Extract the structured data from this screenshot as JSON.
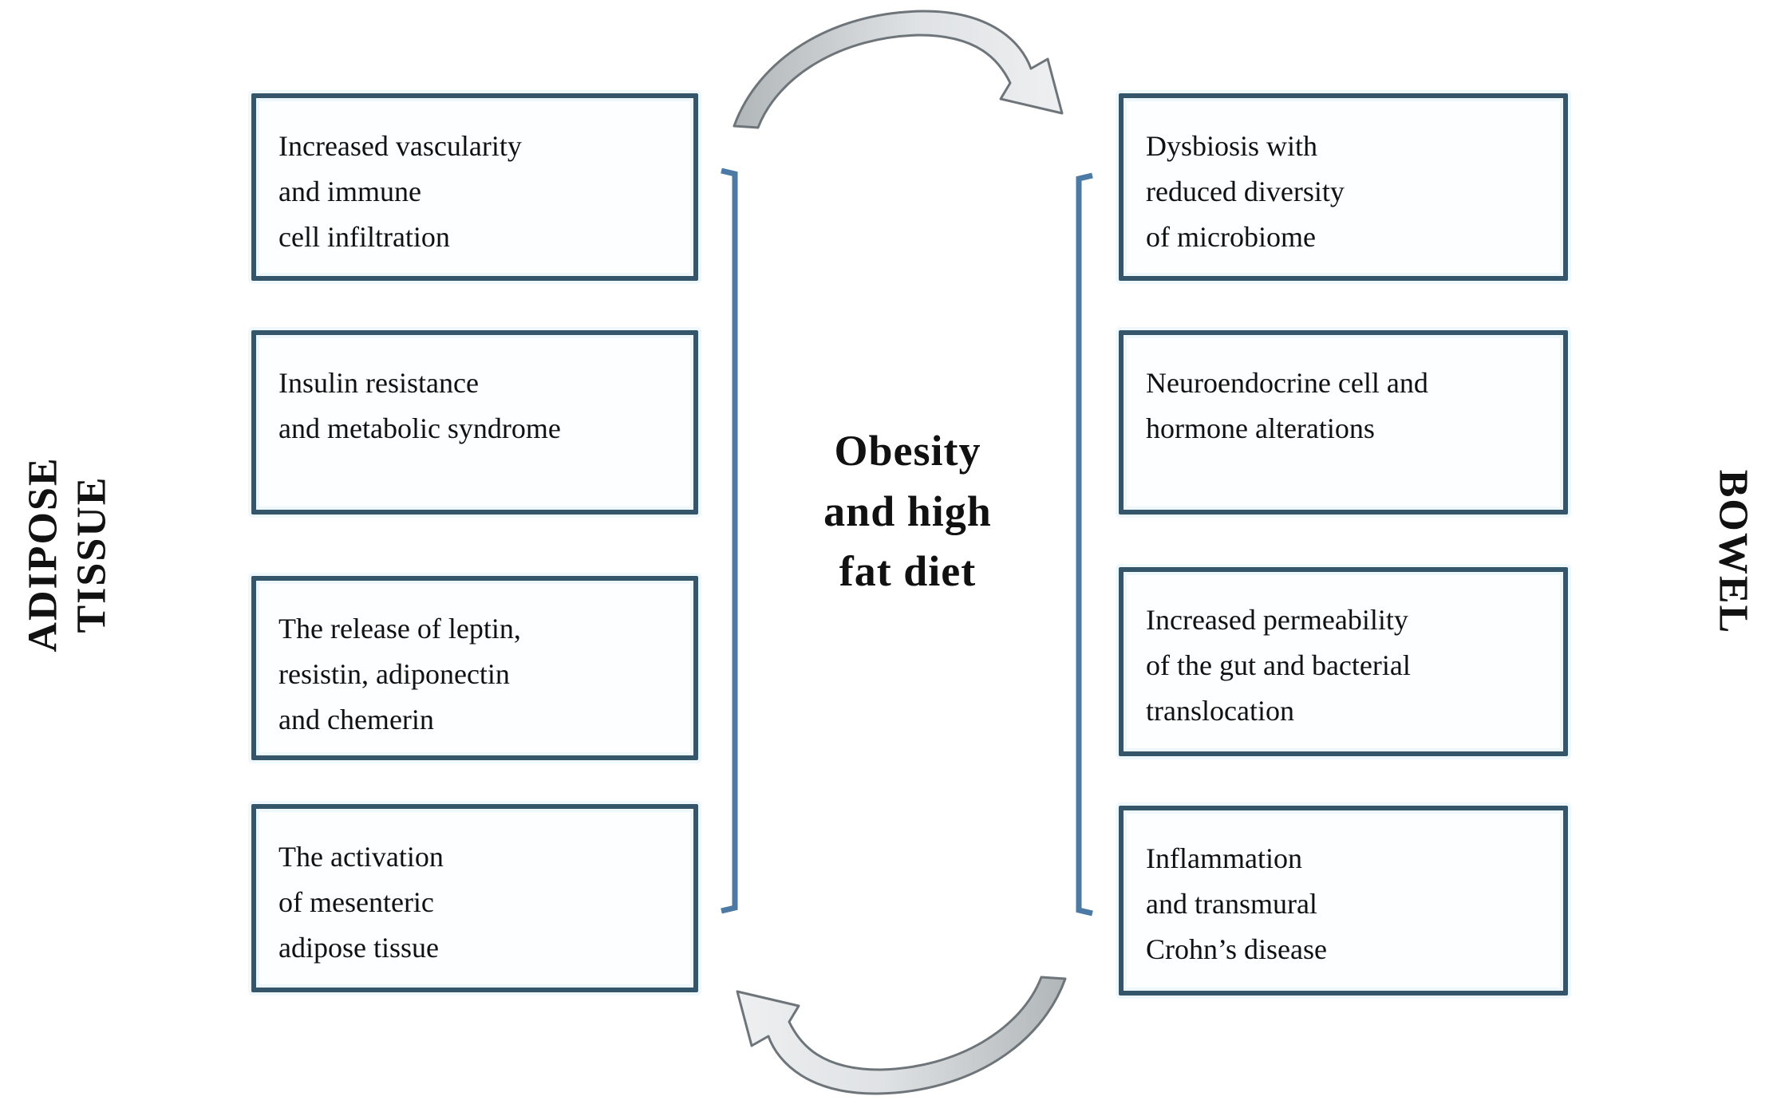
{
  "figure": {
    "left_axis_label": "ADIPOSE\nTISSUE",
    "right_axis_label": "BOWEL",
    "center_label": "Obesity\nand high\nfat diet"
  },
  "boxes": {
    "left": [
      "Increased vascularity\nand immune\ncell infiltration",
      "Insulin resistance\nand metabolic syndrome",
      "The release of leptin,\nresistin, adiponectin\nand chemerin",
      "The activation\nof mesenteric\nadipose tissue"
    ],
    "right": [
      "Dysbiosis with\nreduced diversity\nof microbiome",
      "Neuroendocrine cell and\nhormone alterations",
      "Increased permeability\nof the gut and bacterial\ntranslocation",
      "Inflammation\nand transmural\nCrohn’s disease"
    ]
  },
  "colors": {
    "box_border": "#35566a",
    "bracket_line": "#4d7aa4",
    "arrow_outline": "#6e757a",
    "arrow_fill_dark": "#b1b6b9",
    "arrow_fill_mid": "#dfe2e4",
    "arrow_fill_light": "#eef0f1",
    "text": "#111111"
  }
}
